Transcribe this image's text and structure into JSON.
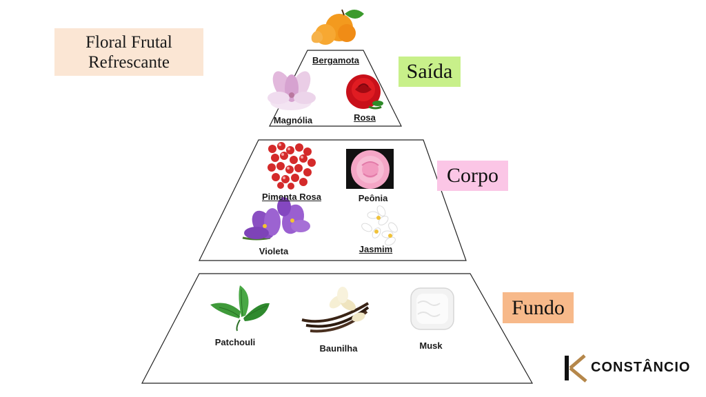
{
  "title": {
    "line1": "Floral Frutal",
    "line2": "Refrescante"
  },
  "tiers": {
    "saida": "Saída",
    "corpo": "Corpo",
    "fundo": "Fundo"
  },
  "notes": {
    "bergamota": "Bergamota",
    "magnolia": "Magnólia",
    "rosa": "Rosa",
    "pimenta_rosa": "Pimenta Rosa",
    "peonia": "Peônia",
    "violeta": "Violeta",
    "jasmim": "Jasmim",
    "patchouli": "Patchouli",
    "baunilha": "Baunilha",
    "musk": "Musk"
  },
  "logo": {
    "text": "CONSTÂNCIO"
  },
  "colors": {
    "saida": "#c8f08a",
    "corpo": "#fbc6e6",
    "fundo": "#f7b98a",
    "title_bg": "#fbe6d4",
    "logo_gold": "#b5874a"
  }
}
